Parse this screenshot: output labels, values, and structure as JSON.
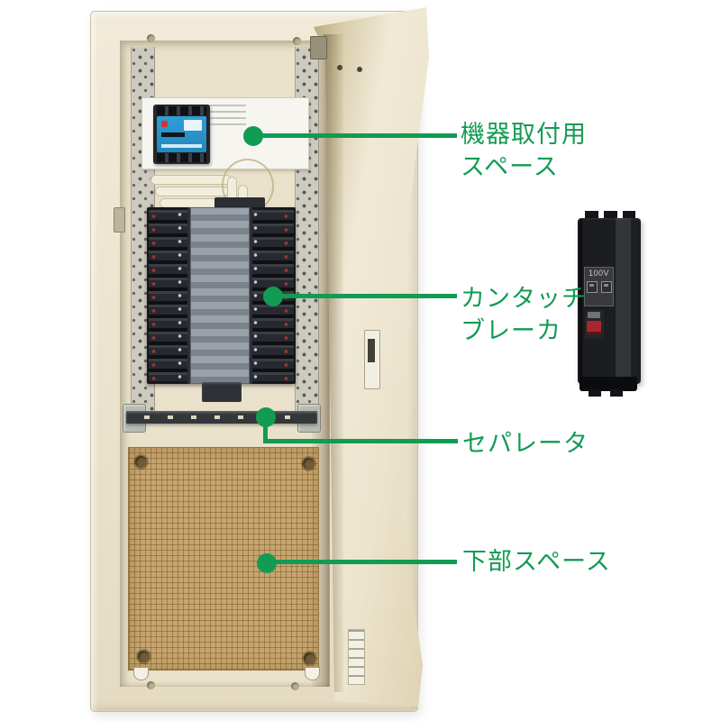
{
  "scene": {
    "accent_green": "#129b53",
    "background_color": "#ffffff",
    "cabinet_color": "#ece4cf",
    "pegboard_color": "#c7a56e"
  },
  "callouts": {
    "equipment_space": {
      "line1": "機器取付用",
      "line2": "スペース"
    },
    "kantouch_breaker": {
      "line1": "カンタッチ",
      "line2": "ブレーカ"
    },
    "separator": {
      "text": "セパレータ"
    },
    "lower_space": {
      "text": "下部スペース"
    }
  },
  "product": {
    "voltage_label": "100V"
  }
}
